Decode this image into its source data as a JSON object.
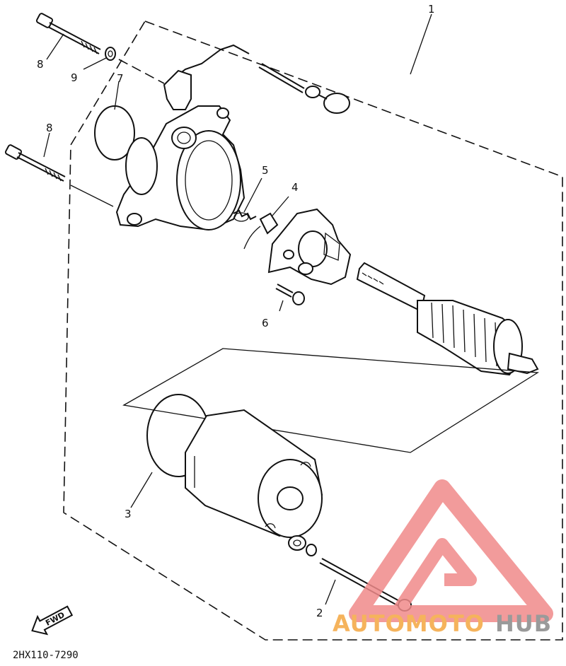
{
  "callouts": {
    "c1": "1",
    "c2": "2",
    "c3": "3",
    "c4": "4",
    "c5": "5",
    "c6": "6",
    "c7": "7",
    "c8a": "8",
    "c8b": "8",
    "c9": "9"
  },
  "direction_arrow": {
    "label": "FWD"
  },
  "drawing_code": "2HX110-7290",
  "watermark": {
    "text_orange": "AUTOMOTO",
    "text_gray": "HUB",
    "color_orange": "#f5b35c",
    "color_gray": "#9a9a9a",
    "color_logo": "#f08a8a"
  }
}
